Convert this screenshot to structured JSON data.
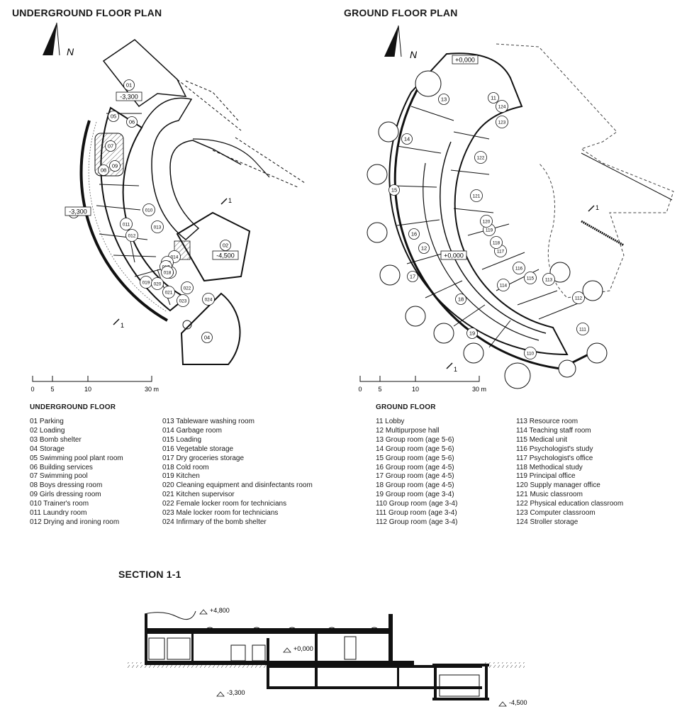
{
  "titles": {
    "underground_plan": "UNDERGROUND FLOOR PLAN",
    "ground_plan": "GROUND FLOOR PLAN",
    "section": "SECTION 1-1"
  },
  "north_label": "N",
  "scale_bar": {
    "ticks": [
      "0",
      "5",
      "10",
      "30 m"
    ]
  },
  "section_marker": "1",
  "underground_plan": {
    "levels": [
      "-3,300",
      "-3,300",
      "-4,500"
    ],
    "room_tags": [
      "01",
      "02",
      "03",
      "04",
      "05",
      "06",
      "07",
      "08",
      "09",
      "010",
      "011",
      "012",
      "013",
      "014",
      "015",
      "016",
      "017",
      "018",
      "019",
      "020",
      "021",
      "022",
      "023",
      "024"
    ]
  },
  "ground_plan": {
    "levels": [
      "+0,000",
      "+0,000"
    ],
    "room_tags": [
      "11",
      "12",
      "13",
      "14",
      "15",
      "16",
      "17",
      "18",
      "19",
      "110",
      "111",
      "112",
      "113",
      "114",
      "115",
      "116",
      "117",
      "118",
      "119",
      "120",
      "121",
      "122",
      "123",
      "124"
    ]
  },
  "section_levels": [
    "+4,800",
    "+0,000",
    "-3,300",
    "-4,500"
  ],
  "underground_legend": {
    "heading": "UNDERGROUND FLOOR",
    "col1": [
      "01 Parking",
      "02 Loading",
      "03 Bomb shelter",
      "04 Storage",
      "05 Swimming pool plant room",
      "06 Building services",
      "07 Swimming pool",
      "08 Boys dressing room",
      "09 Girls dressing room",
      "010 Trainer's room",
      "011 Laundry room",
      "012 Drying and ironing room"
    ],
    "col2": [
      "013 Tableware washing room",
      "014 Garbage room",
      "015 Loading",
      "016 Vegetable storage",
      "017 Dry groceries storage",
      "018 Cold room",
      "019 Kitchen",
      "020 Cleaning equipment and disinfectants room",
      "021 Kitchen supervisor",
      "022 Female locker room for technicians",
      "023 Male locker room for technicians",
      "024 Infirmary of the bomb shelter"
    ]
  },
  "ground_legend": {
    "heading": "GROUND FLOOR",
    "col1": [
      "11 Lobby",
      "12 Multipurpose hall",
      "13 Group room (age 5-6)",
      "14 Group room (age 5-6)",
      "15 Group room (age 5-6)",
      "16 Group room (age 4-5)",
      "17 Group room (age 4-5)",
      "18 Group room (age 4-5)",
      "19 Group room (age 3-4)",
      "110 Group room (age 3-4)",
      "111 Group room (age 3-4)",
      "112 Group room (age 3-4)"
    ],
    "col2": [
      "113 Resource room",
      "114 Teaching staff room",
      "115 Medical unit",
      "116 Psychologist's study",
      "117 Psychologist's office",
      "118 Methodical study",
      "119 Principal office",
      "120 Supply manager office",
      "121 Music classroom",
      "122 Physical education classroom",
      "123 Computer classroom",
      "124 Stroller storage"
    ]
  }
}
